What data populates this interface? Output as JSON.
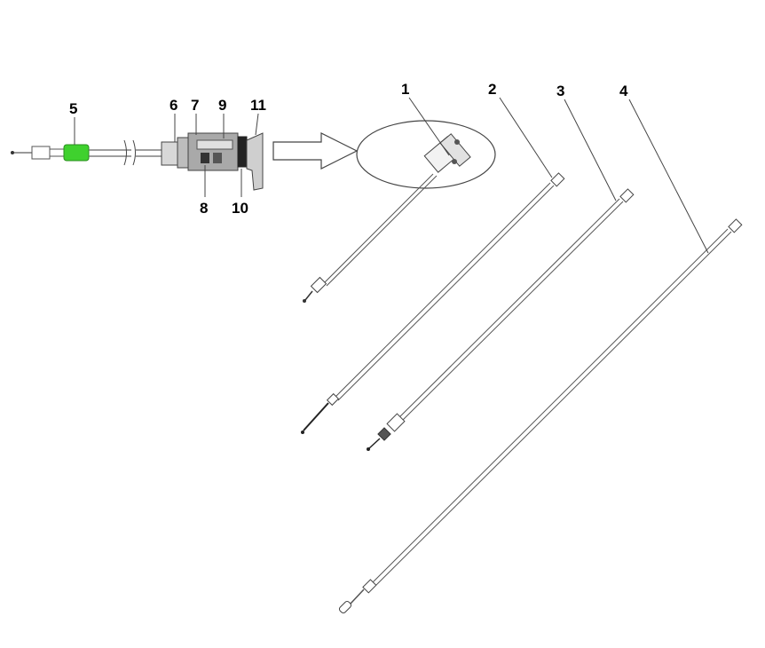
{
  "callouts": {
    "c1": "1",
    "c2": "2",
    "c3": "3",
    "c4": "4",
    "c5": "5",
    "c6": "6",
    "c7": "7",
    "c8": "8",
    "c9": "9",
    "c10": "10",
    "c11": "11"
  },
  "colors": {
    "highlight": "#3fd12e",
    "line": "#444444",
    "background": "#ffffff"
  }
}
